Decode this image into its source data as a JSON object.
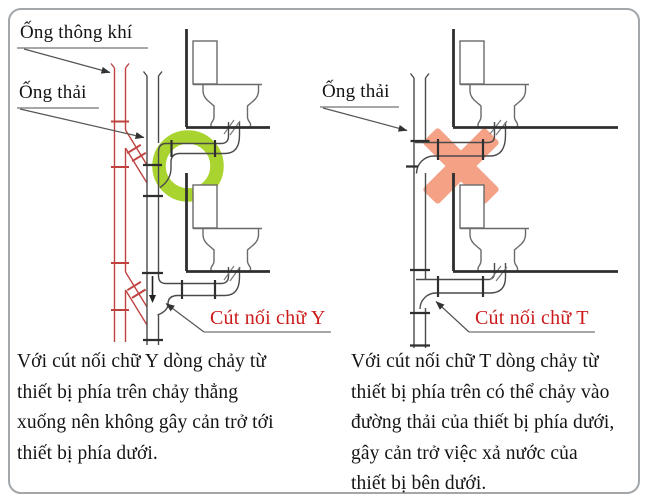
{
  "diagram_title_implicit": "",
  "left_panel": {
    "vent_label": "Ống thông khí",
    "waste_label": "Ống thải",
    "fitting_label": "Cút nối chữ Y",
    "highlight": "green-circle",
    "caption": "Với cút nối chữ Y dòng chảy từ\nthiết bị phía trên chảy thẳng\nxuống nên không gây cản trở tới\nthiết bị phía dưới."
  },
  "right_panel": {
    "waste_label": "Ống thải",
    "fitting_label": "Cút nối chữ T",
    "highlight": "orange-x",
    "caption": "Với cút nối chữ T dòng chảy từ\nthiết bị phía trên có thể chảy vào\nđường thải của thiết bị phía dưới,\ngây cản trở việc xả nước của\nthiết bị bên dưới."
  },
  "colors": {
    "pipe_red": "#bf4340",
    "label_red": "#cc1a1a",
    "highlight_green": "#a9d32f",
    "highlight_salmon": "#f49a7c",
    "line_dark": "#2f2f2f",
    "line_mid": "#4a4a4a",
    "line_toilet": "#6a6a6a",
    "underline_gray": "#8a8a8a",
    "text_black": "#141414"
  }
}
